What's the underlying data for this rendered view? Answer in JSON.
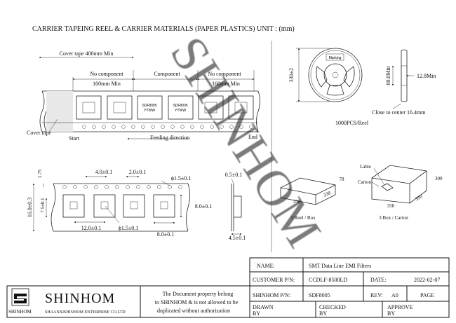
{
  "header": {
    "title": "CARRIER TAPEING REEL & CARRIER MATERIALS (PAPER PLASTICS) UNIT : (mm)"
  },
  "watermark": {
    "text": "SHINHOM"
  },
  "tape_top": {
    "cover_tape_len": "Cover tape 400mm Min",
    "no_component_left": "No component",
    "min_left": "100mm Min",
    "component": "Component",
    "no_component_right": "No component",
    "min_right": "160mm Min",
    "cover_tape": "Cover tape",
    "start": "Start",
    "end": "End",
    "feeding": "Feeding direction",
    "chip_mark_1": "SDF8005",
    "chip_mark_2": "YYWW"
  },
  "reel": {
    "height": "330±2",
    "hub": "60.0Min",
    "width": "12.8Min",
    "close": "Close to center 16.4mm",
    "pcs": "1000PCS/Reel",
    "label": "Marking"
  },
  "tape_dims": {
    "d175": "1.75",
    "pitch_hole": "4.0±0.1",
    "d20": "2.0±0.1",
    "phi_hole": "ϕ1.5±0.1",
    "width": "16.0±0.3",
    "d75": "7.5±0.1",
    "pitch": "12.0±0.1",
    "phi_cavity": "ϕ1.5±0.1",
    "cav_w": "8.0±0.1",
    "cav_h": "8.0±0.1",
    "t05": "0.5±0.1",
    "t45": "4.5±0.1"
  },
  "box": {
    "b338a": "338",
    "b338b": "338",
    "b78": "78",
    "reel_box": "3 Reel / Box",
    "lable": "Lable",
    "carton": "Carton",
    "c350a": "350",
    "c350b": "350",
    "c300": "300",
    "box_carton": "3 Box / Carton"
  },
  "title_block": {
    "name_label": "NAME:",
    "name_value": "SMT Data Line EMI Filters",
    "cust_label": "CUSTOMER P/N:",
    "cust_value": "CCDLF-8500LD",
    "date_label": "DATE:",
    "date_value": "2022-02-07",
    "shin_label": "SHINHOM P/N:",
    "shin_value": "SDF8005",
    "rev_label": "REV:",
    "rev_value": "A0",
    "page_label": "PAGE",
    "drawn_1": "DRAWN",
    "drawn_2": "BY",
    "checked_1": "CHECKED",
    "checked_2": "BY",
    "approve_1": "APPROVE",
    "approve_2": "BY",
    "notice_1": "The Document property belong",
    "notice_2": "to SHINHOM & is not allowed to be",
    "notice_3": "duplicated without authorization",
    "logo_word": "SHINHOM",
    "logo_small": "SHINHOM",
    "company": "SHAANXISHINHOM ENTERPRISE CO.LTD"
  }
}
